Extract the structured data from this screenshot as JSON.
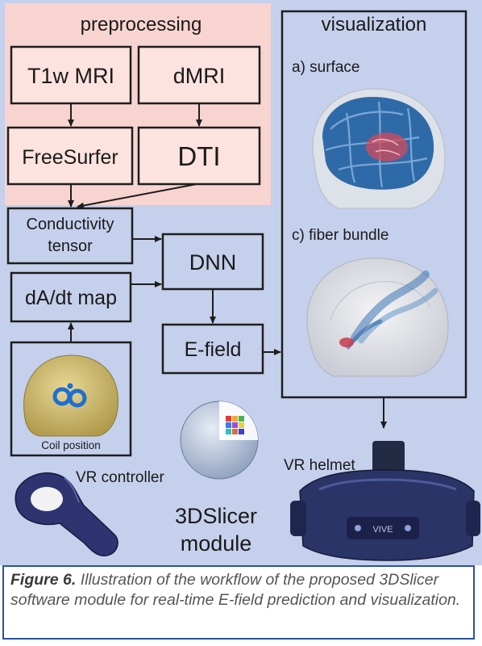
{
  "sections": {
    "preprocessing": "preprocessing",
    "visualization": "visualization"
  },
  "nodes": {
    "t1w": "T1w MRI",
    "dmri": "dMRI",
    "freesurfer": "FreeSurfer",
    "dti": "DTI",
    "conductivity_l1": "Conductivity",
    "conductivity_l2": "tensor",
    "dadt": "dA/dt map",
    "dnn": "DNN",
    "efield": "E-field"
  },
  "visualization": {
    "surface": "a) surface",
    "fiber": "c) fiber bundle"
  },
  "devices": {
    "coil_position": "Coil position",
    "vr_controller": "VR controller",
    "vr_helmet": "VR helmet",
    "module_l1": "3DSlicer",
    "module_l2": "module",
    "helmet_brand": "VIVE"
  },
  "caption": {
    "label": "Figure 6.",
    "text": " Illustration of the workflow of the proposed 3DSlicer software module for real-time E-field prediction and visualization."
  },
  "colors": {
    "background": "#c5d0ec",
    "preprocessing_bg": "#f8d4d0",
    "node_fill_pre": "#fce3df",
    "node_fill": "#c5d0ec",
    "stroke": "#1e1e1e"
  }
}
